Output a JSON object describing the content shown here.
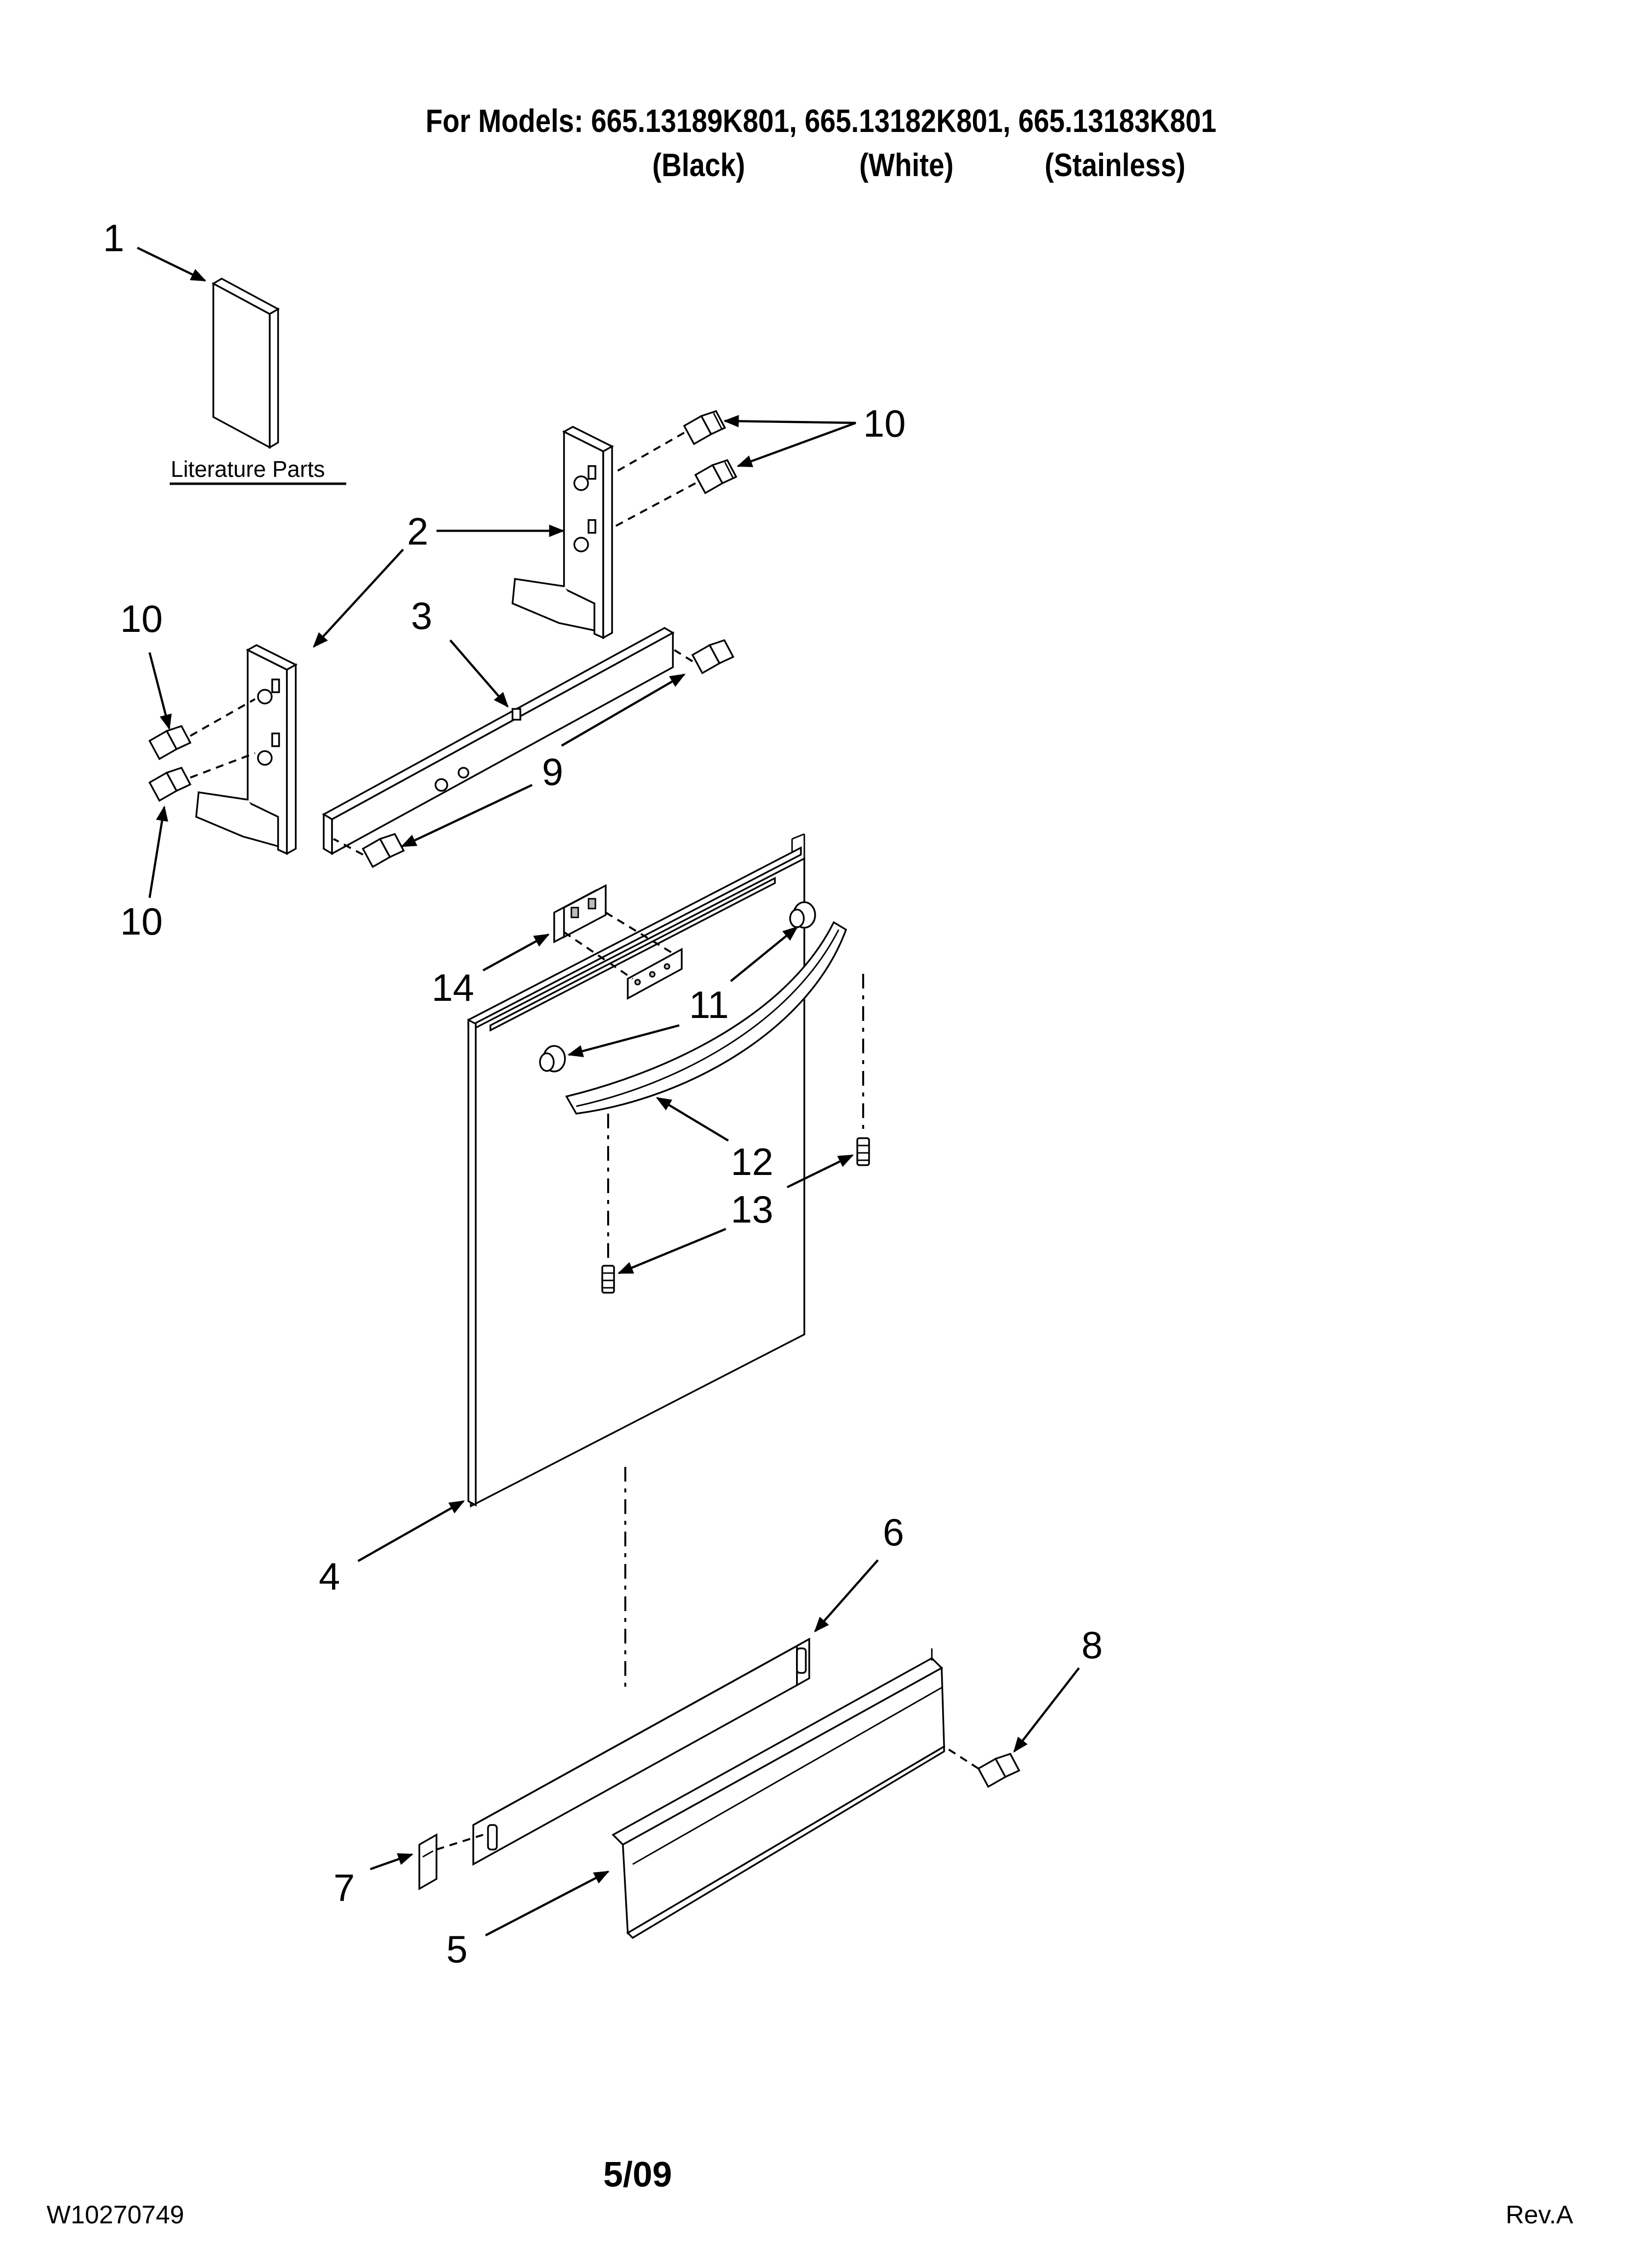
{
  "header": {
    "models_line": "For Models: 665.13189K801, 665.13182K801, 665.13183K801",
    "color_black": "(Black)",
    "color_white": "(White)",
    "color_stainless": "(Stainless)"
  },
  "callouts": {
    "c1": "1",
    "c2": "2",
    "c3": "3",
    "c4": "4",
    "c5": "5",
    "c6": "6",
    "c7": "7",
    "c8": "8",
    "c9": "9",
    "c10": "10",
    "c11": "11",
    "c12": "12",
    "c13": "13",
    "c14": "14"
  },
  "literature_label": "Literature Parts",
  "footer": {
    "doc_number": "W10270749",
    "date": "5/09",
    "revision": "Rev.A"
  }
}
